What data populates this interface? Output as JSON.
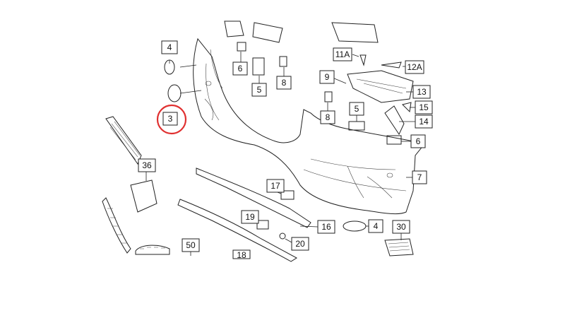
{
  "diagram": {
    "labels": [
      "4",
      "6",
      "5",
      "8",
      "11A",
      "12A",
      "9",
      "13",
      "3",
      "5",
      "8",
      "15",
      "14",
      "6",
      "36",
      "7",
      "17",
      "16",
      "4",
      "30",
      "19",
      "20",
      "50",
      "18"
    ],
    "highlight_color": "#e03030",
    "highlighted_label": "3"
  }
}
